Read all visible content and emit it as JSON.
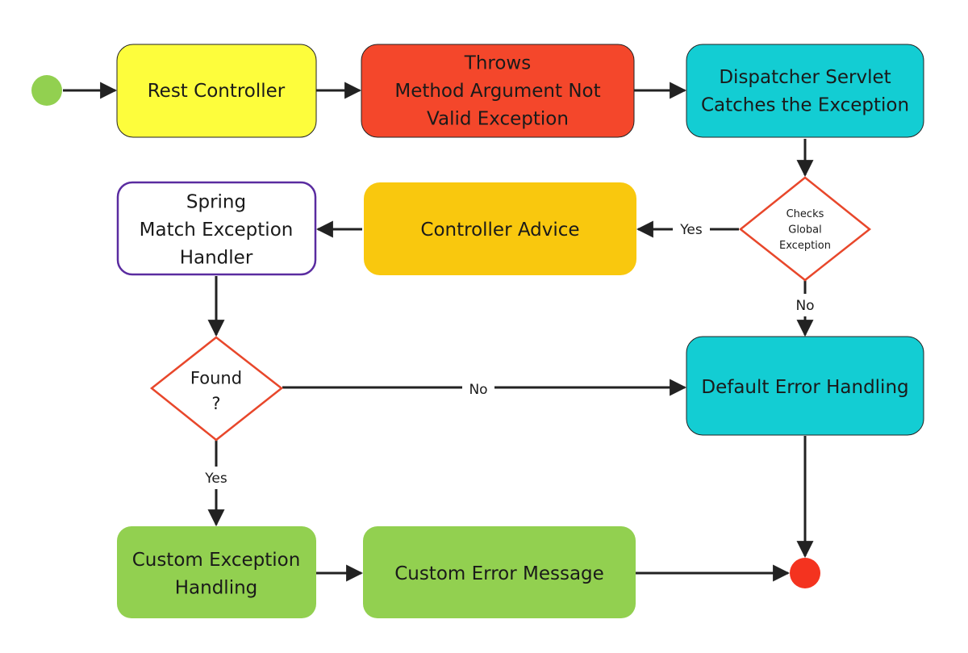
{
  "nodes": {
    "rest_controller": {
      "lines": [
        "Rest Controller"
      ],
      "fill": "#fdfd3c",
      "text_color": "#1a1a1a"
    },
    "throws": {
      "lines": [
        "Throws",
        "Method Argument Not",
        "Valid Exception"
      ],
      "fill": "#f4472b",
      "text_color": "#ffffff"
    },
    "dispatcher": {
      "lines": [
        "Dispatcher Servlet",
        "Catches the Exception"
      ],
      "fill": "#13cdd3",
      "text_color": "#1a1a1a"
    },
    "checks": {
      "lines": [
        "Checks",
        "Global",
        "Exception"
      ],
      "stroke": "#e8472b",
      "text_color": "#1a1a1a"
    },
    "controller_advice": {
      "lines": [
        "Controller Advice"
      ],
      "fill": "#f9c80e",
      "text_color": "#1a1a1a"
    },
    "spring_match": {
      "lines": [
        "Spring",
        "Match Exception",
        "Handler"
      ],
      "stroke": "#5a2ca0",
      "text_color": "#1a1a1a"
    },
    "found": {
      "lines": [
        "Found",
        "?"
      ],
      "stroke": "#e8472b",
      "text_color": "#1a1a1a"
    },
    "default_error": {
      "lines": [
        "Default Error Handling"
      ],
      "fill": "#13cdd3",
      "text_color": "#1a1a1a"
    },
    "custom_exception": {
      "lines": [
        "Custom Exception",
        "Handling"
      ],
      "fill": "#92d050",
      "text_color": "#1a1a1a"
    },
    "custom_message": {
      "lines": [
        "Custom Error Message"
      ],
      "fill": "#92d050",
      "text_color": "#1a1a1a"
    }
  },
  "edge_labels": {
    "checks_yes": "Yes",
    "checks_no": "No",
    "found_no": "No",
    "found_yes": "Yes"
  },
  "colors": {
    "start": "#92d050",
    "end": "#f4331f",
    "edge": "#222222"
  }
}
